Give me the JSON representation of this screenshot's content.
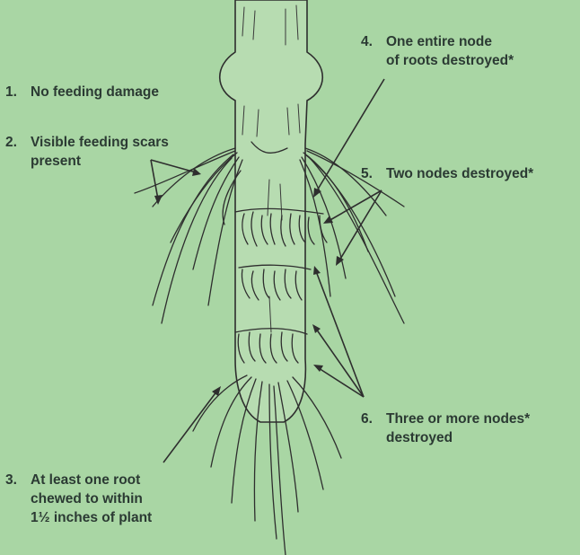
{
  "labels": [
    {
      "num": "1.",
      "line1": "No feeding damage",
      "line2": "",
      "line3": ""
    },
    {
      "num": "2.",
      "line1": "Visible feeding scars",
      "line2": "present",
      "line3": ""
    },
    {
      "num": "3.",
      "line1": "At least one root",
      "line2": "chewed to within",
      "line3": "1½ inches of plant"
    },
    {
      "num": "4.",
      "line1": "One entire node",
      "line2": "of roots destroyed*",
      "line3": ""
    },
    {
      "num": "5.",
      "line1": "Two nodes destroyed*",
      "line2": "",
      "line3": ""
    },
    {
      "num": "6.",
      "line1": "Three or more nodes*",
      "line2": "destroyed",
      "line3": ""
    }
  ],
  "colors": {
    "background": "#a9d6a4",
    "ink": "#2e2e2e",
    "text": "#2b3a33"
  }
}
